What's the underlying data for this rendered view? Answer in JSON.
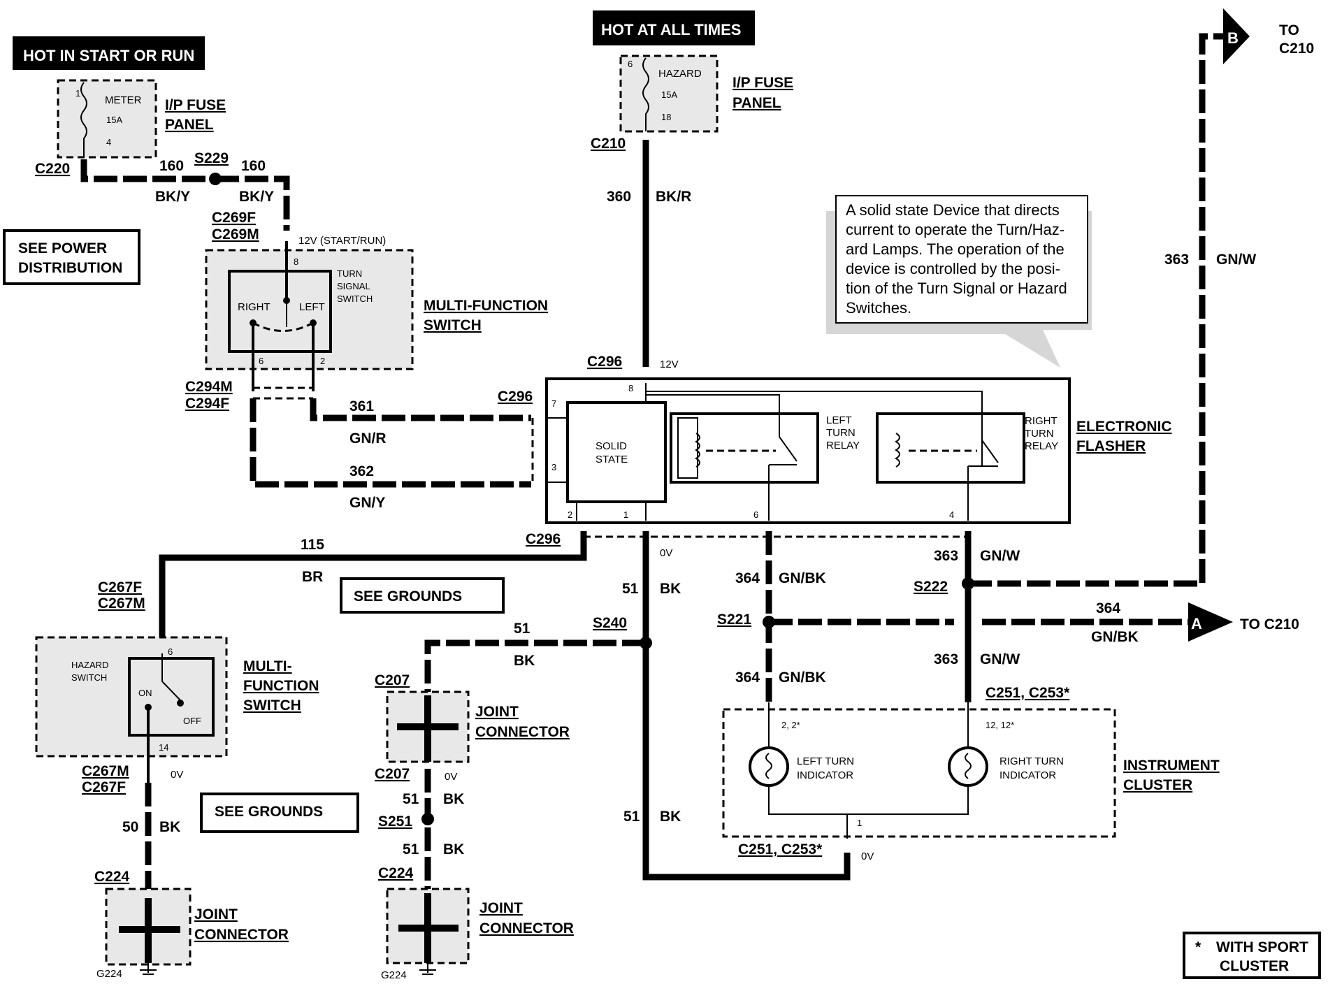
{
  "banners": {
    "hot_start_run": "HOT IN START OR RUN",
    "hot_all_times": "HOT AT ALL TIMES"
  },
  "fuse_meter": {
    "name": "METER",
    "rating": "15A",
    "pin_top": "1",
    "pin_bottom": "4",
    "panel": "I/P FUSE",
    "panel2": "PANEL"
  },
  "fuse_hazard": {
    "name": "HAZARD",
    "rating": "15A",
    "pin_top": "6",
    "pin_bottom": "18",
    "panel": "I/P FUSE",
    "panel2": "PANEL"
  },
  "connectors": {
    "c220": "C220",
    "s229": "S229",
    "c269f": "C269F",
    "c269m": "C269M",
    "c210": "C210",
    "c296a": "C296",
    "c296b": "C296",
    "c296c": "C296",
    "c294m": "C294M",
    "c294f": "C294F",
    "c267f": "C267F",
    "c267m": "C267M",
    "c267m2": "C267M",
    "c267f2": "C267F",
    "c224a": "C224",
    "g224a": "G224",
    "c207a": "C207",
    "c207b": "C207",
    "s251": "S251",
    "c224b": "C224",
    "g224b": "G224",
    "s240": "S240",
    "s221": "S221",
    "s222": "S222",
    "c251_top": "C251, C253*",
    "c251_bot": "C251, C253*"
  },
  "wires": {
    "w160a": "160",
    "w160b": "160",
    "bky_a": "BK/Y",
    "bky_b": "BK/Y",
    "w360": "360",
    "bkr": "BK/R",
    "w361": "361",
    "gnr": "GN/R",
    "w362": "362",
    "gny": "GN/Y",
    "w115": "115",
    "br": "BR",
    "w51a": "51",
    "bk_a": "BK",
    "w51b": "51",
    "bk_b": "BK",
    "w51c": "51",
    "bk_c": "BK",
    "w51d": "51",
    "bk_d": "BK",
    "w51e": "51",
    "bk_e": "BK",
    "w50": "50",
    "bk_f": "BK",
    "w363a": "363",
    "gnw_a": "GN/W",
    "w363b": "363",
    "gnw_b": "GN/W",
    "w363c": "363",
    "gnw_c": "GN/W",
    "w364a": "364",
    "gnbk_a": "GN/BK",
    "w364b": "364",
    "gnbk_b": "GN/BK",
    "w364c": "364",
    "gnbk_c": "GN/BK"
  },
  "voltages": {
    "v12_start": "12V (START/RUN)",
    "v12": "12V",
    "v0_a": "0V",
    "v0_b": "0V",
    "v0_c": "0V",
    "v0_d": "0V"
  },
  "see": {
    "power": "SEE POWER",
    "power2": "DISTRIBUTION",
    "grounds_a": "SEE GROUNDS",
    "grounds_b": "SEE GROUNDS"
  },
  "mfs_top": {
    "title": "MULTI-FUNCTION",
    "title2": "SWITCH",
    "sw1": "TURN",
    "sw2": "SIGNAL",
    "sw3": "SWITCH",
    "right": "RIGHT",
    "left": "LEFT",
    "p8": "8",
    "p6": "6",
    "p2": "2"
  },
  "mfs_bot": {
    "t1": "MULTI-",
    "t2": "FUNCTION",
    "t3": "SWITCH",
    "hz1": "HAZARD",
    "hz2": "SWITCH",
    "on": "ON",
    "off": "OFF",
    "p6": "6",
    "p14": "14"
  },
  "flasher": {
    "title": "ELECTRONIC",
    "title2": "FLASHER",
    "ss1": "SOLID",
    "ss2": "STATE",
    "lr1": "LEFT",
    "lr2": "TURN",
    "lr3": "RELAY",
    "rr1": "RIGHT",
    "rr2": "TURN",
    "rr3": "RELAY",
    "p8": "8",
    "p7": "7",
    "p3": "3",
    "p2": "2",
    "p1": "1",
    "p6": "6",
    "p4": "4"
  },
  "note": [
    "A solid state Device that directs",
    "current to operate the Turn/Haz-",
    "ard Lamps. The operation of the",
    "device is controlled by the posi-",
    "tion of the Turn Signal or Hazard",
    "Switches."
  ],
  "cluster": {
    "title": "INSTRUMENT",
    "title2": "CLUSTER",
    "left1": "LEFT TURN",
    "left2": "INDICATOR",
    "right1": "RIGHT TURN",
    "right2": "INDICATOR",
    "pl": "2, 2*",
    "pr": "12, 12*",
    "p1": "1"
  },
  "joint": {
    "a1": "JOINT",
    "a2": "CONNECTOR",
    "b1": "JOINT",
    "b2": "CONNECTOR",
    "c1": "JOINT",
    "c2": "CONNECTOR"
  },
  "arrows": {
    "b_letter": "B",
    "b_to": "TO",
    "b_dest": "C210",
    "a_letter": "A",
    "a_to": "TO C210"
  },
  "footnote": {
    "star": "*",
    "l1": "WITH SPORT",
    "l2": "CLUSTER"
  }
}
